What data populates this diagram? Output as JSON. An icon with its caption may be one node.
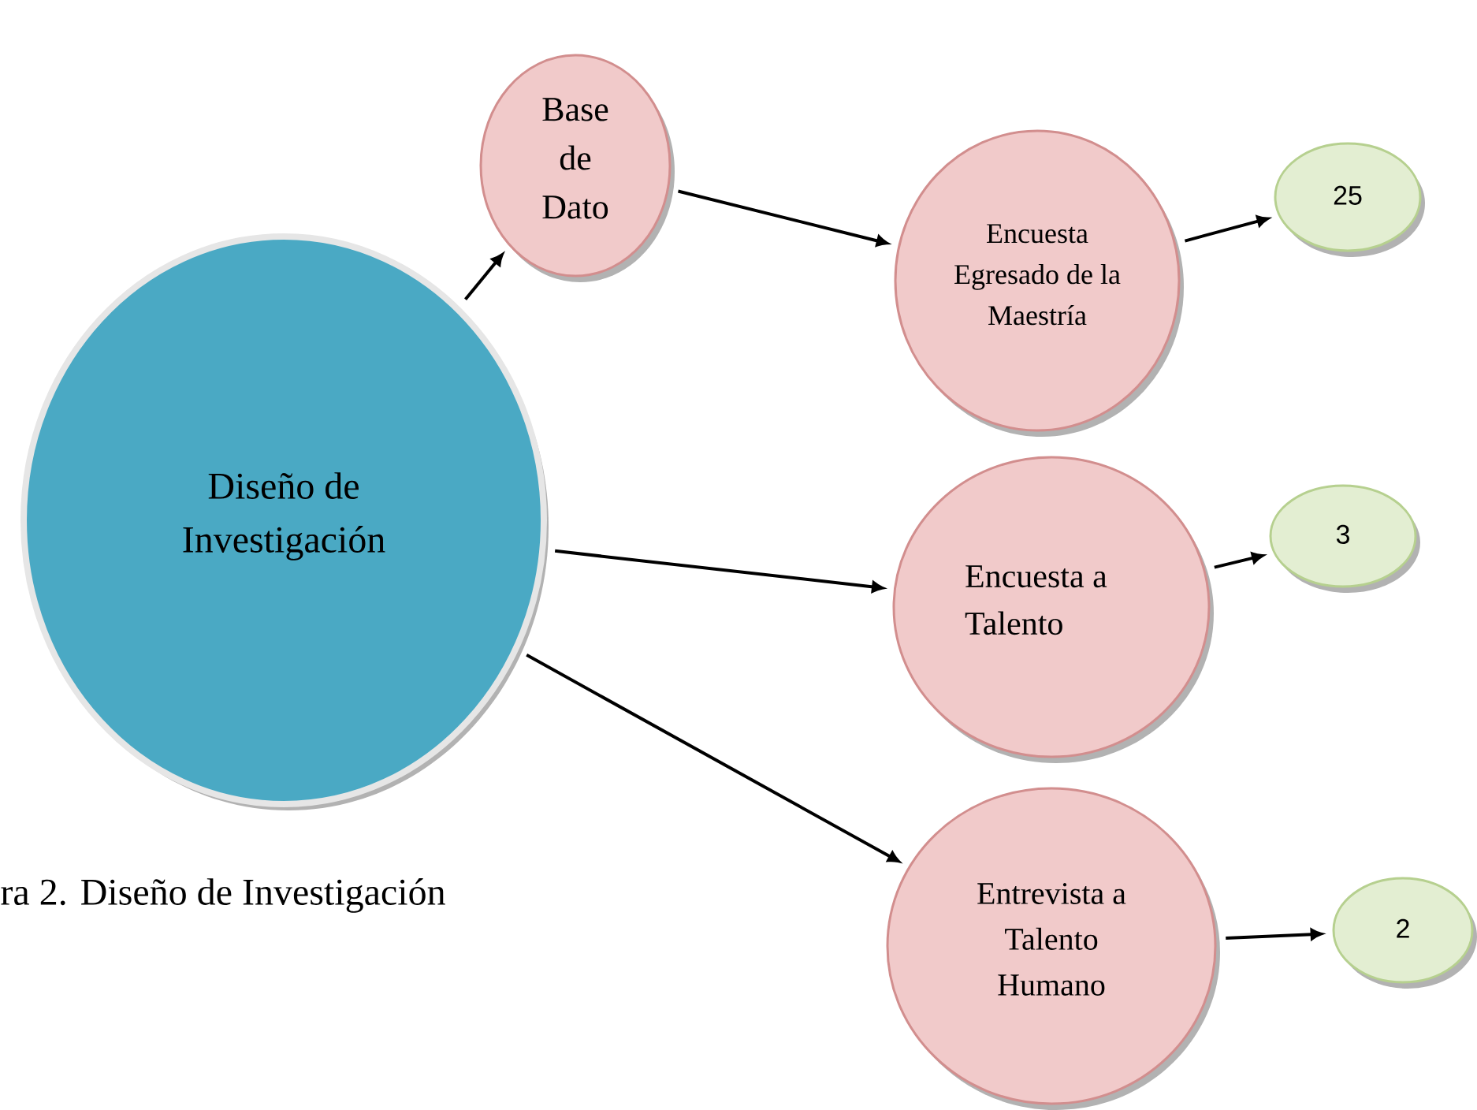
{
  "diagram": {
    "caption": "ra 2. Diseño de Investigación",
    "nodes": [
      {
        "text": [
          "Diseño de Investigación"
        ]
      },
      {
        "text": [
          "Base de Dato"
        ]
      },
      {
        "text": [
          "Encuesta Egresado de la Maestría"
        ]
      },
      {
        "text": [
          "25"
        ]
      },
      {
        "text": [
          "Encuesta a Talento"
        ]
      },
      {
        "text": [
          "3"
        ]
      },
      {
        "text": [
          "Entrevista a Talento Humano"
        ]
      },
      {
        "text": [
          "2"
        ]
      }
    ],
    "edges": [
      {
        "from": 0,
        "to": 1,
        "arrow": "to"
      },
      {
        "from": 1,
        "to": 2,
        "arrow": "to"
      },
      {
        "from": 2,
        "to": 3,
        "arrow": "to"
      },
      {
        "from": 0,
        "to": 4,
        "arrow": "to"
      },
      {
        "from": 4,
        "to": 5,
        "arrow": "to"
      },
      {
        "from": 0,
        "to": 6,
        "arrow": "to"
      },
      {
        "from": 6,
        "to": 7,
        "arrow": "to"
      }
    ]
  }
}
